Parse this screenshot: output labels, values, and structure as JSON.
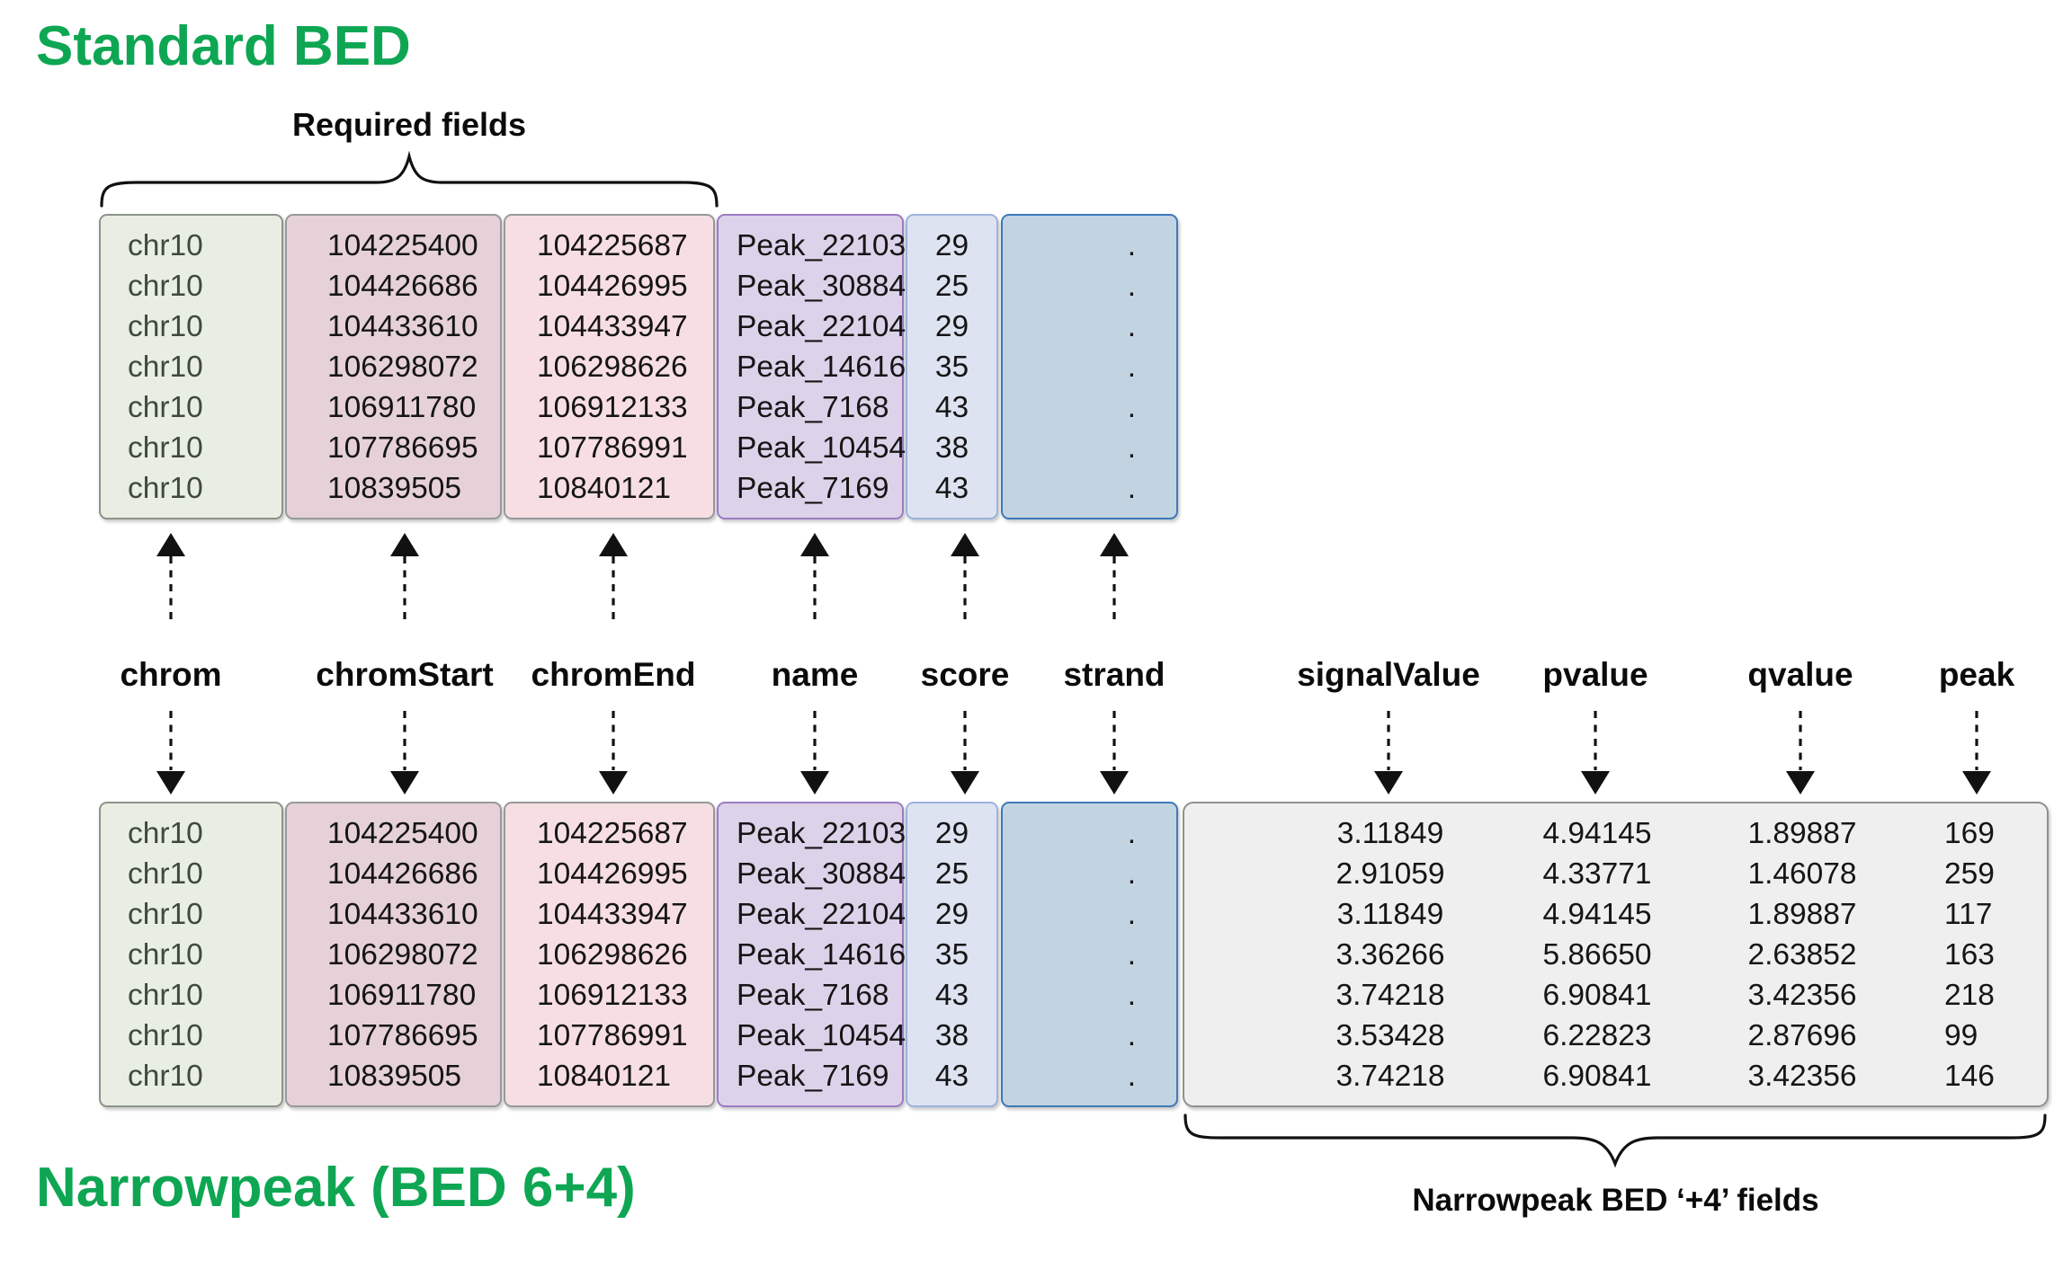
{
  "titles": {
    "standard": "Standard BED",
    "narrowpeak": "Narrowpeak (BED 6+4)"
  },
  "annotations": {
    "required_fields": "Required fields",
    "plus4_fields": "Narrowpeak BED ‘+4’ fields"
  },
  "colors": {
    "title_green": "#0ea653",
    "arrow_black": "#111111",
    "chrom_fill": "#e9eee2",
    "chrom_border": "#8c948a",
    "chrom_text": "#3f493f",
    "chromStart_fill": "#e6d1d8",
    "chromStart_border": "#97999b",
    "chromEnd_fill": "#f7dee3",
    "chromEnd_border": "#97999b",
    "name_fill": "#dcd2e9",
    "name_border": "#9c7cc4",
    "score_fill": "#dee3f2",
    "score_border": "#9db3dd",
    "strand_fill": "#c2d3e2",
    "strand_border": "#3d7ab8",
    "plus4_fill": "#efeff0",
    "plus4_border": "#8f9092"
  },
  "fields": [
    {
      "label": "chrom",
      "in_standard_bed": true
    },
    {
      "label": "chromStart",
      "in_standard_bed": true
    },
    {
      "label": "chromEnd",
      "in_standard_bed": true
    },
    {
      "label": "name",
      "in_standard_bed": true
    },
    {
      "label": "score",
      "in_standard_bed": true
    },
    {
      "label": "strand",
      "in_standard_bed": true
    },
    {
      "label": "signalValue",
      "in_standard_bed": false
    },
    {
      "label": "pvalue",
      "in_standard_bed": false
    },
    {
      "label": "qvalue",
      "in_standard_bed": false
    },
    {
      "label": "peak",
      "in_standard_bed": false
    }
  ],
  "standard_bed_columns": [
    {
      "field": "chrom",
      "values": [
        "chr10",
        "chr10",
        "chr10",
        "chr10",
        "chr10",
        "chr10",
        "chr10"
      ]
    },
    {
      "field": "chromStart",
      "values": [
        "104225400",
        "104426686",
        "104433610",
        "106298072",
        "106911780",
        "107786695",
        "10839505"
      ]
    },
    {
      "field": "chromEnd",
      "values": [
        "104225687",
        "104426995",
        "104433947",
        "106298626",
        "106912133",
        "107786991",
        "10840121"
      ]
    },
    {
      "field": "name",
      "values": [
        "Peak_22103",
        "Peak_30884",
        "Peak_22104",
        "Peak_14616",
        "Peak_7168",
        "Peak_10454",
        "Peak_7169"
      ]
    },
    {
      "field": "score",
      "values": [
        "29",
        "25",
        "29",
        "35",
        "43",
        "38",
        "43"
      ]
    },
    {
      "field": "strand",
      "values": [
        ".",
        ".",
        ".",
        ".",
        ".",
        ".",
        "."
      ]
    }
  ],
  "narrowpeak_plus4_columns": [
    {
      "field": "signalValue",
      "values": [
        "3.11849",
        "2.91059",
        "3.11849",
        "3.36266",
        "3.74218",
        "3.53428",
        "3.74218"
      ]
    },
    {
      "field": "pvalue",
      "values": [
        "4.94145",
        "4.33771",
        "4.94145",
        "5.86650",
        "6.90841",
        "6.22823",
        "6.90841"
      ]
    },
    {
      "field": "qvalue",
      "values": [
        "1.89887",
        "1.46078",
        "1.89887",
        "2.63852",
        "3.42356",
        "2.87696",
        "3.42356"
      ]
    },
    {
      "field": "peak",
      "values": [
        "169",
        "259",
        "117",
        "163",
        "218",
        "99",
        "146"
      ]
    }
  ]
}
